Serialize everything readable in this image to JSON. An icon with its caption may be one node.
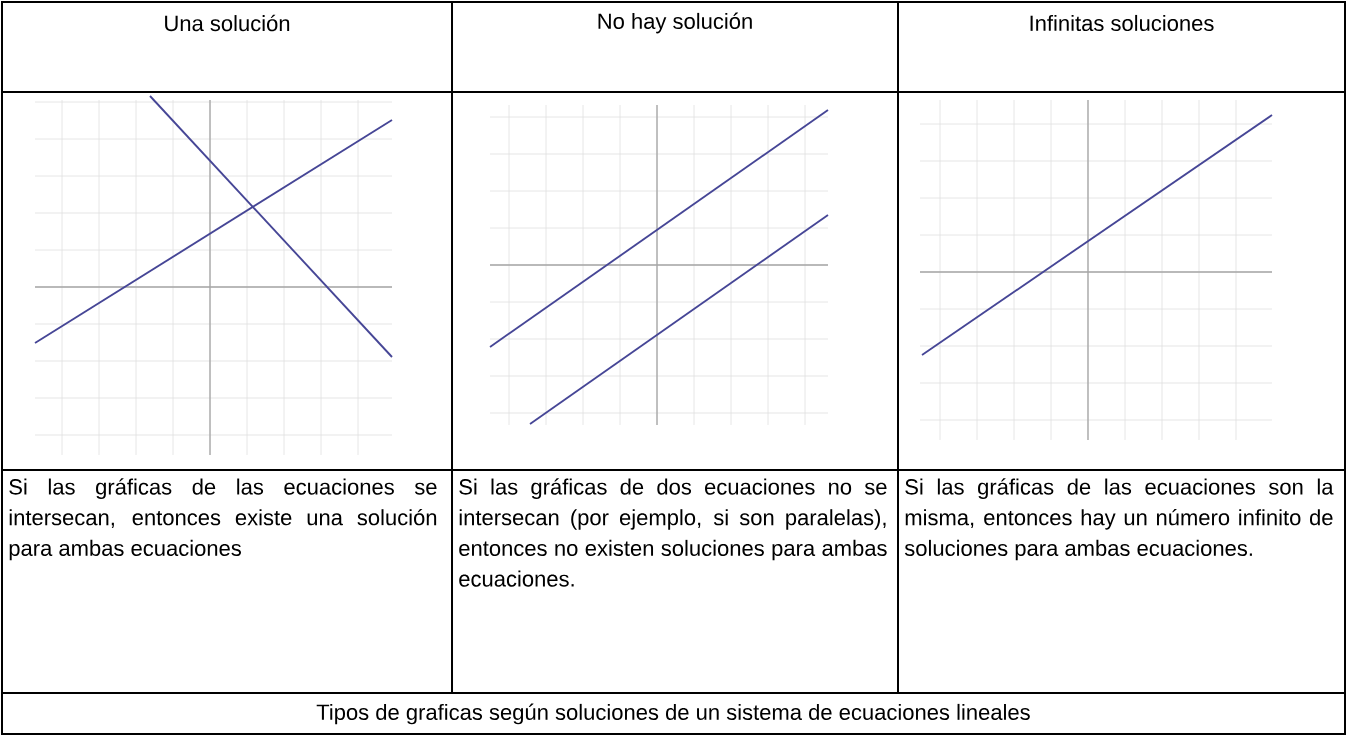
{
  "diagram": {
    "labels": [
      "Una solución",
      "No hay solución",
      "Infinitas soluciones",
      "Si las gráficas de las ecuaciones se intersecan, entonces existe una solución para ambas ecuaciones",
      "Si las gráficas de dos ecuaciones no se intersecan (por ejemplo, si son paralelas), entonces no existen soluciones para ambas ecuaciones.",
      "Si las gráficas de las ecuaciones son la misma, entonces hay un número infinito de soluciones para ambas ecuaciones.",
      "Tipos de graficas según soluciones de un sistema de ecuaciones lineales"
    ]
  }
}
